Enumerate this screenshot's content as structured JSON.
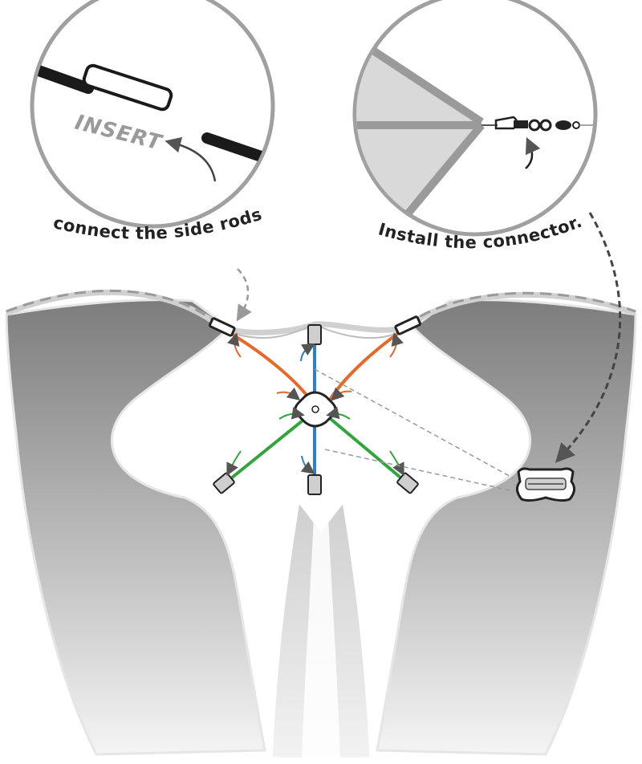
{
  "diagram": {
    "insert_text": "INSERT",
    "step_left_label": "connect the side rods.",
    "step_right_label": "Install the connector."
  },
  "colors": {
    "side_rods": "#e8682a",
    "center_rod": "#2e7fc4",
    "cross_rods": "#2fa63a",
    "sail_gray": "#8c8c8c",
    "outline": "#b5b5b5",
    "dark": "#222222"
  },
  "icons": {
    "connector": "rod-connector-hub",
    "clip": "swivel-clip",
    "end_cap": "rod-end-cap"
  }
}
